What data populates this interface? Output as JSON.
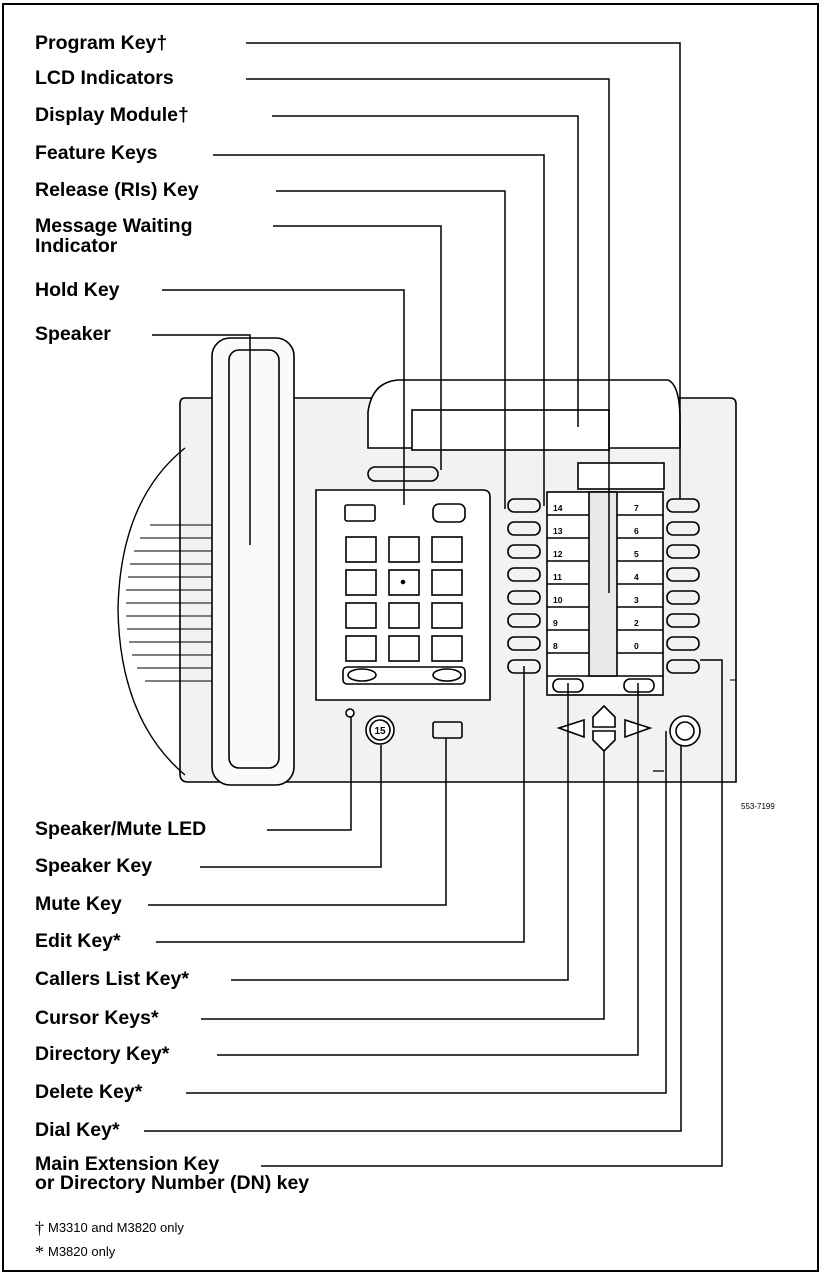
{
  "top_labels": [
    "Program Key†",
    "LCD Indicators",
    "Display Module†",
    "Feature Keys",
    "Release (RIs) Key",
    "Message Waiting Indicator",
    "Hold Key",
    "Speaker"
  ],
  "bottom_labels": [
    "Speaker/Mute LED",
    "Speaker Key",
    "Mute Key",
    "Edit Key*",
    "Callers List Key*",
    "Cursor Keys*",
    "Directory Key*",
    "Delete Key*",
    "Dial Key*"
  ],
  "main_extension_label": {
    "line1": "Main Extension Key",
    "line2": "or Directory Number (DN) key"
  },
  "footnotes": [
    {
      "mark": "†",
      "text": "M3310 and M3820 only"
    },
    {
      "mark": "*",
      "text": "M3820 only"
    }
  ],
  "figure_code": "553-7199",
  "speaker_key_glyph": "15",
  "feature_key_numbers_left": [
    "14",
    "13",
    "12",
    "11",
    "10",
    "9",
    "8"
  ],
  "feature_key_numbers_right": [
    "7",
    "6",
    "5",
    "4",
    "3",
    "2",
    "0"
  ],
  "colors": {
    "line": "#000000",
    "phone_body": "#ececec",
    "paper": "#ffffff"
  }
}
